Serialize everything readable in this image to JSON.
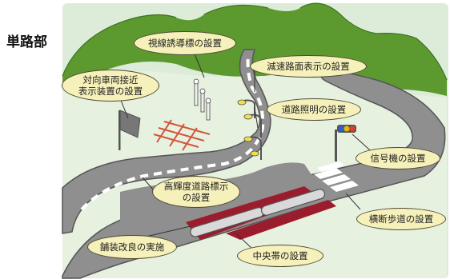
{
  "title": "単路部",
  "labels": {
    "shisen": "視線誘導標の設置",
    "gensoku": "減速路面表示の設置",
    "taikou_line1": "対向車両接近",
    "taikou_line2": "表示装置の設置",
    "douro_shoumei": "道路照明の設置",
    "shingouki": "信号機の設置",
    "koukido_line1": "高輝度道路標示",
    "koukido_line2": "の設置",
    "oudan": "横断歩道の設置",
    "hosou": "舗装改良の実施",
    "chuuou": "中央帯の設置"
  },
  "colors": {
    "background_panel": "#dcecd9",
    "mountain": "#5c9a30",
    "road": "#8f8f8f",
    "road_edge": "#555555",
    "red_pavement": "#9b1c2c",
    "callout_fill": "#f6f0ba",
    "callout_border": "#4d4a33"
  },
  "icons": {
    "signal_lights": [
      "#2d5fd3",
      "#e6b800",
      "#e23b2b"
    ]
  }
}
